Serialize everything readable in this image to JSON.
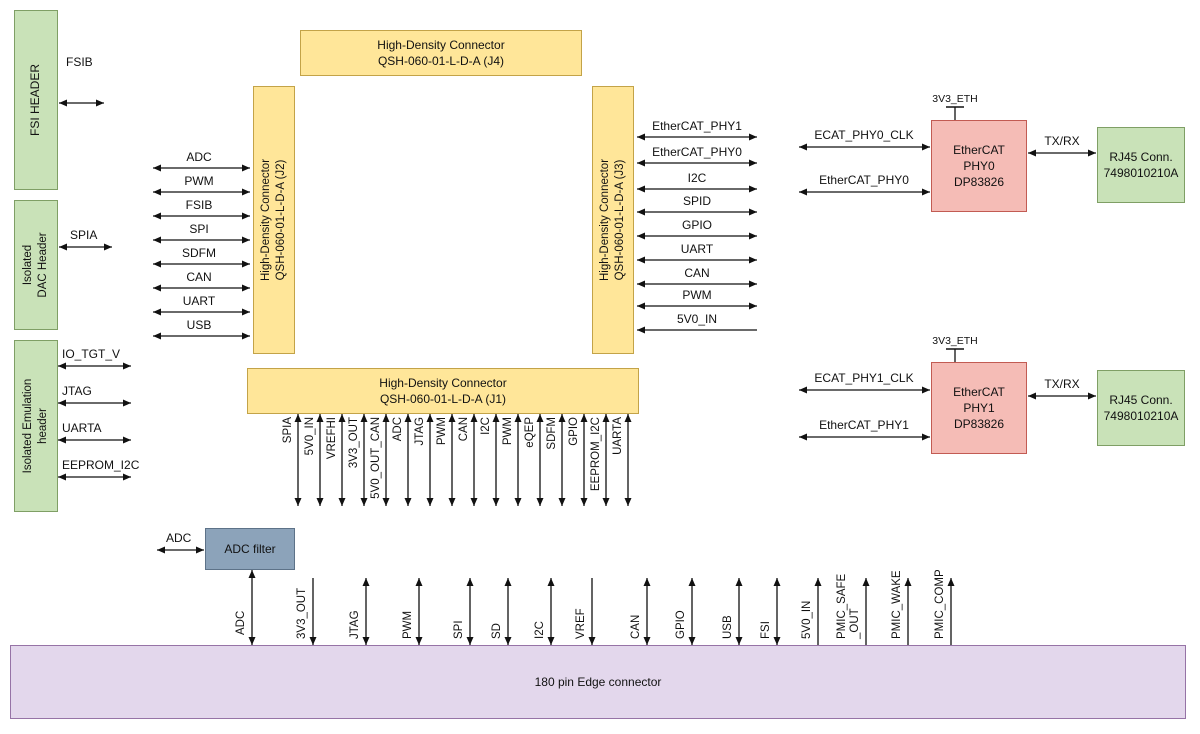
{
  "colors": {
    "green_fill": "#c9e2b8",
    "green_border": "#7f9f65",
    "yellow_fill": "#ffe699",
    "yellow_border": "#c3a348",
    "pink_fill": "#f5bcb6",
    "pink_border": "#c25b53",
    "blue_fill": "#8ca3ba",
    "blue_border": "#5d7288",
    "purple_fill": "#e3d7ec",
    "purple_border": "#9673a6"
  },
  "left_headers": {
    "fsi": {
      "lines": [
        "FSI HEADER"
      ],
      "signals": [
        {
          "label": "FSIB",
          "dir": "both"
        }
      ]
    },
    "dac": {
      "lines": [
        "Isolated",
        "DAC Header"
      ],
      "signals": [
        {
          "label": "SPIA",
          "dir": "both"
        }
      ]
    },
    "emulation": {
      "lines": [
        "Isolated Emulation",
        "header"
      ],
      "signals": [
        {
          "label": "IO_TGT_V",
          "dir": "both"
        },
        {
          "label": "JTAG",
          "dir": "both"
        },
        {
          "label": "UARTA",
          "dir": "both"
        },
        {
          "label": "EEPROM_I2C",
          "dir": "both"
        }
      ]
    }
  },
  "connectors": {
    "j4": {
      "lines": [
        "High-Density Connector",
        "QSH-060-01-L-D-A (J4)"
      ]
    },
    "j2": {
      "lines": [
        "High-Density Connector",
        "QSH-060-01-L-D-A (J2)"
      ]
    },
    "j3": {
      "lines": [
        "High-Density Connector",
        "QSH-060-01-L-D-A (J3)"
      ]
    },
    "j1": {
      "lines": [
        "High-Density Connector",
        "QSH-060-01-L-D-A (J1)"
      ]
    }
  },
  "j2_signals": [
    {
      "label": "ADC",
      "dir": "both"
    },
    {
      "label": "PWM",
      "dir": "both"
    },
    {
      "label": "FSIB",
      "dir": "both"
    },
    {
      "label": "SPI",
      "dir": "both"
    },
    {
      "label": "SDFM",
      "dir": "both"
    },
    {
      "label": "CAN",
      "dir": "both"
    },
    {
      "label": "UART",
      "dir": "both"
    },
    {
      "label": "USB",
      "dir": "both"
    }
  ],
  "j3_signals": [
    {
      "label": "EtherCAT_PHY1",
      "dir": "both"
    },
    {
      "label": "EtherCAT_PHY0",
      "dir": "both"
    },
    {
      "label": "I2C",
      "dir": "both"
    },
    {
      "label": "SPID",
      "dir": "both"
    },
    {
      "label": "GPIO",
      "dir": "both"
    },
    {
      "label": "UART",
      "dir": "both"
    },
    {
      "label": "CAN",
      "dir": "both"
    },
    {
      "label": "PWM",
      "dir": "both"
    },
    {
      "label": "5V0_IN",
      "dir": "left"
    }
  ],
  "j1_signals": [
    {
      "label": "SPIA",
      "dir": "both"
    },
    {
      "label": "5V0_IN",
      "dir": "both"
    },
    {
      "label": "VREFHI",
      "dir": "both"
    },
    {
      "label": "3V3_OUT",
      "dir": "both"
    },
    {
      "label": "5V0_OUT_CAN",
      "dir": "both"
    },
    {
      "label": "ADC",
      "dir": "both"
    },
    {
      "label": "JTAG",
      "dir": "both"
    },
    {
      "label": "PWM",
      "dir": "both"
    },
    {
      "label": "CAN",
      "dir": "both"
    },
    {
      "label": "I2C",
      "dir": "both"
    },
    {
      "label": "PWM",
      "dir": "both"
    },
    {
      "label": "eQEP",
      "dir": "both"
    },
    {
      "label": "SDFM",
      "dir": "both"
    },
    {
      "label": "GPIO",
      "dir": "both"
    },
    {
      "label": "EEPROM_I2C",
      "dir": "both"
    },
    {
      "label": "UARTA",
      "dir": "both"
    }
  ],
  "ethercat_blocks": [
    {
      "power_label": "3V3_ETH",
      "phy_lines": [
        "EtherCAT",
        "PHY0",
        "DP83826"
      ],
      "signals": [
        {
          "label": "ECAT_PHY0_CLK",
          "dir": "both"
        },
        {
          "label": "EtherCAT_PHY0",
          "dir": "both"
        }
      ],
      "txrx_label": "TX/RX",
      "rj45_lines": [
        "RJ45 Conn.",
        "7498010210A"
      ]
    },
    {
      "power_label": "3V3_ETH",
      "phy_lines": [
        "EtherCAT",
        "PHY1",
        "DP83826"
      ],
      "signals": [
        {
          "label": "ECAT_PHY1_CLK",
          "dir": "both"
        },
        {
          "label": "EtherCAT_PHY1",
          "dir": "both"
        }
      ],
      "txrx_label": "TX/RX",
      "rj45_lines": [
        "RJ45 Conn.",
        "7498010210A"
      ]
    }
  ],
  "adc_filter": {
    "label": "ADC filter",
    "input_signal": {
      "label": "ADC",
      "dir": "both"
    }
  },
  "edge_connector": {
    "label": "180 pin Edge connector",
    "signals": [
      {
        "label": "ADC",
        "dir": "both"
      },
      {
        "label": "3V3_OUT",
        "dir": "down"
      },
      {
        "label": "JTAG",
        "dir": "both"
      },
      {
        "label": "PWM",
        "dir": "both"
      },
      {
        "label": "SPI",
        "dir": "both"
      },
      {
        "label": "SD",
        "dir": "both"
      },
      {
        "label": "I2C",
        "dir": "both"
      },
      {
        "label": "VREF",
        "dir": "down"
      },
      {
        "label": "CAN",
        "dir": "both"
      },
      {
        "label": "GPIO",
        "dir": "both"
      },
      {
        "label": "USB",
        "dir": "both"
      },
      {
        "label": "FSI",
        "dir": "both"
      },
      {
        "label": "5V0_IN",
        "dir": "up"
      },
      {
        "label": "PMIC_SAFE\n_OUT",
        "dir": "up"
      },
      {
        "label": "PMIC_WAKE",
        "dir": "up"
      },
      {
        "label": "PMIC_COMP",
        "dir": "up"
      }
    ]
  }
}
